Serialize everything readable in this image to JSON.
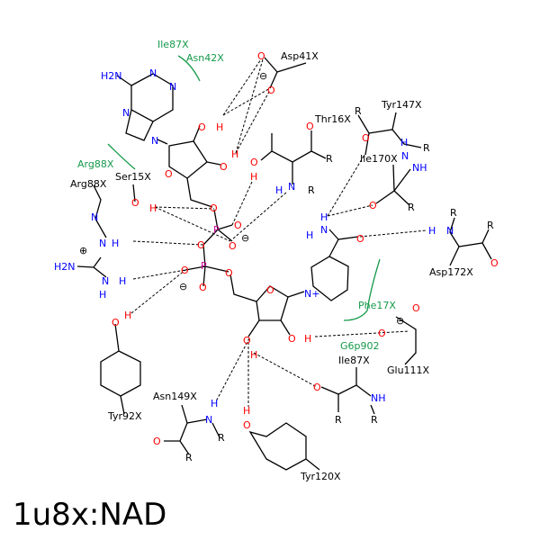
{
  "title": "1u8x:NAD",
  "colors": {
    "carbon": "#000000",
    "nitrogen": "#0000ff",
    "oxygen": "#ff0000",
    "phosphorus": "#cc0099",
    "hydrophobic": "#169a4b"
  },
  "residues_hbond": [
    "Asp41X",
    "Thr16X",
    "Tyr147X",
    "Ile170X",
    "Arg88X",
    "Ser15X",
    "Asp172X",
    "Tyr92X",
    "Asn149X",
    "Tyr120X",
    "Ile87X",
    "Glu111X"
  ],
  "residues_hydrophobic": [
    "Ile87X",
    "Asn42X",
    "Arg88X",
    "Phe17X",
    "G6p902"
  ],
  "atoms": {
    "N": "N",
    "O": "O",
    "H": "H",
    "P": "P",
    "R": "R",
    "NH": "NH",
    "H2N": "H2N",
    "Nplus": "N+",
    "plus": "⊕",
    "minus": "⊖"
  }
}
